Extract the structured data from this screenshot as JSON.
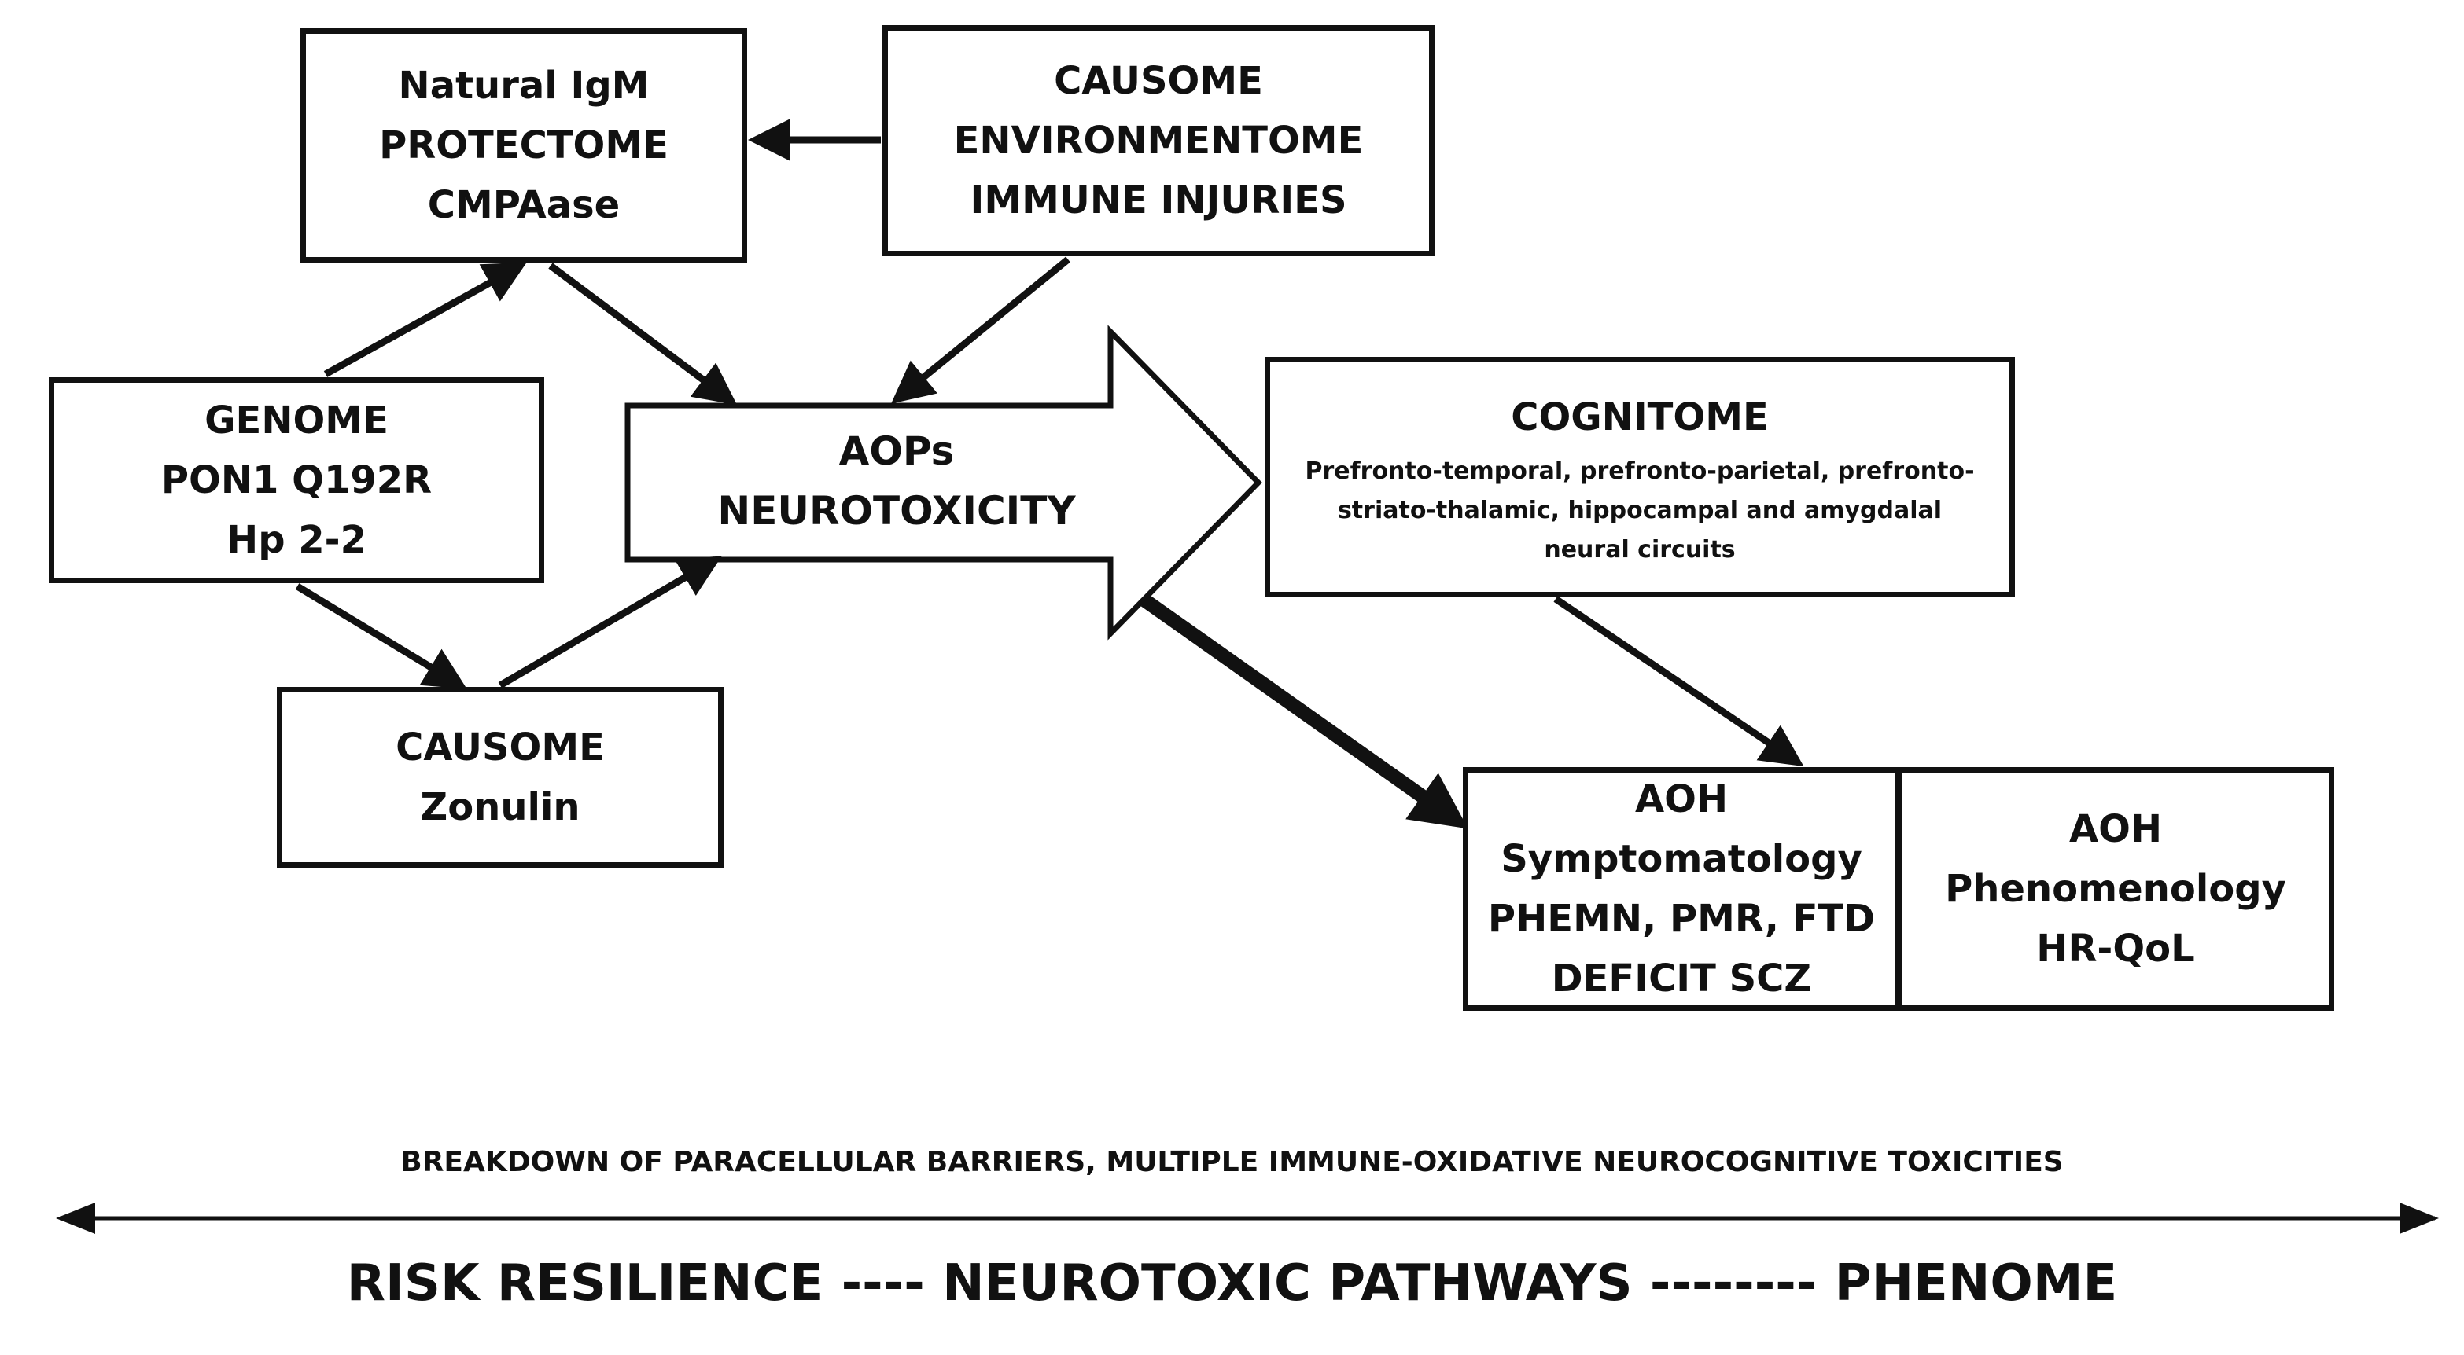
{
  "nodes": {
    "protectome": {
      "lines": [
        "Natural IgM",
        "PROTECTOME",
        "CMPAase"
      ]
    },
    "causome_env": {
      "lines": [
        "CAUSOME",
        "ENVIRONMENTOME",
        "IMMUNE INJURIES"
      ]
    },
    "genome": {
      "lines": [
        "GENOME",
        "PON1 Q192R",
        "Hp 2-2"
      ]
    },
    "causome_zonulin": {
      "lines": [
        "CAUSOME",
        "Zonulin"
      ]
    },
    "aops": {
      "lines": [
        "AOPs",
        "NEUROTOXICITY"
      ]
    },
    "cognitome": {
      "title": "COGNITOME",
      "detail": [
        "Prefronto-temporal, prefronto-parietal, prefronto-",
        "striato-thalamic, hippocampal and amygdalal",
        "neural circuits"
      ]
    },
    "aoh_symptomatology": {
      "lines": [
        "AOH",
        "Symptomatology",
        "PHEMN, PMR, FTD",
        "DEFICIT SCZ"
      ]
    },
    "aoh_phenomenology": {
      "lines": [
        "AOH",
        "Phenomenology",
        "HR-QoL"
      ]
    }
  },
  "axis": {
    "caption": "BREAKDOWN OF PARACELLULAR BARRIERS, MULTIPLE IMMUNE-OXIDATIVE NEUROCOGNITIVE TOXICITIES",
    "footer": "RISK RESILIENCE ---- NEUROTOXIC PATHWAYS -------- PHENOME"
  },
  "colors": {
    "ink": "#111111",
    "background": "#ffffff"
  }
}
